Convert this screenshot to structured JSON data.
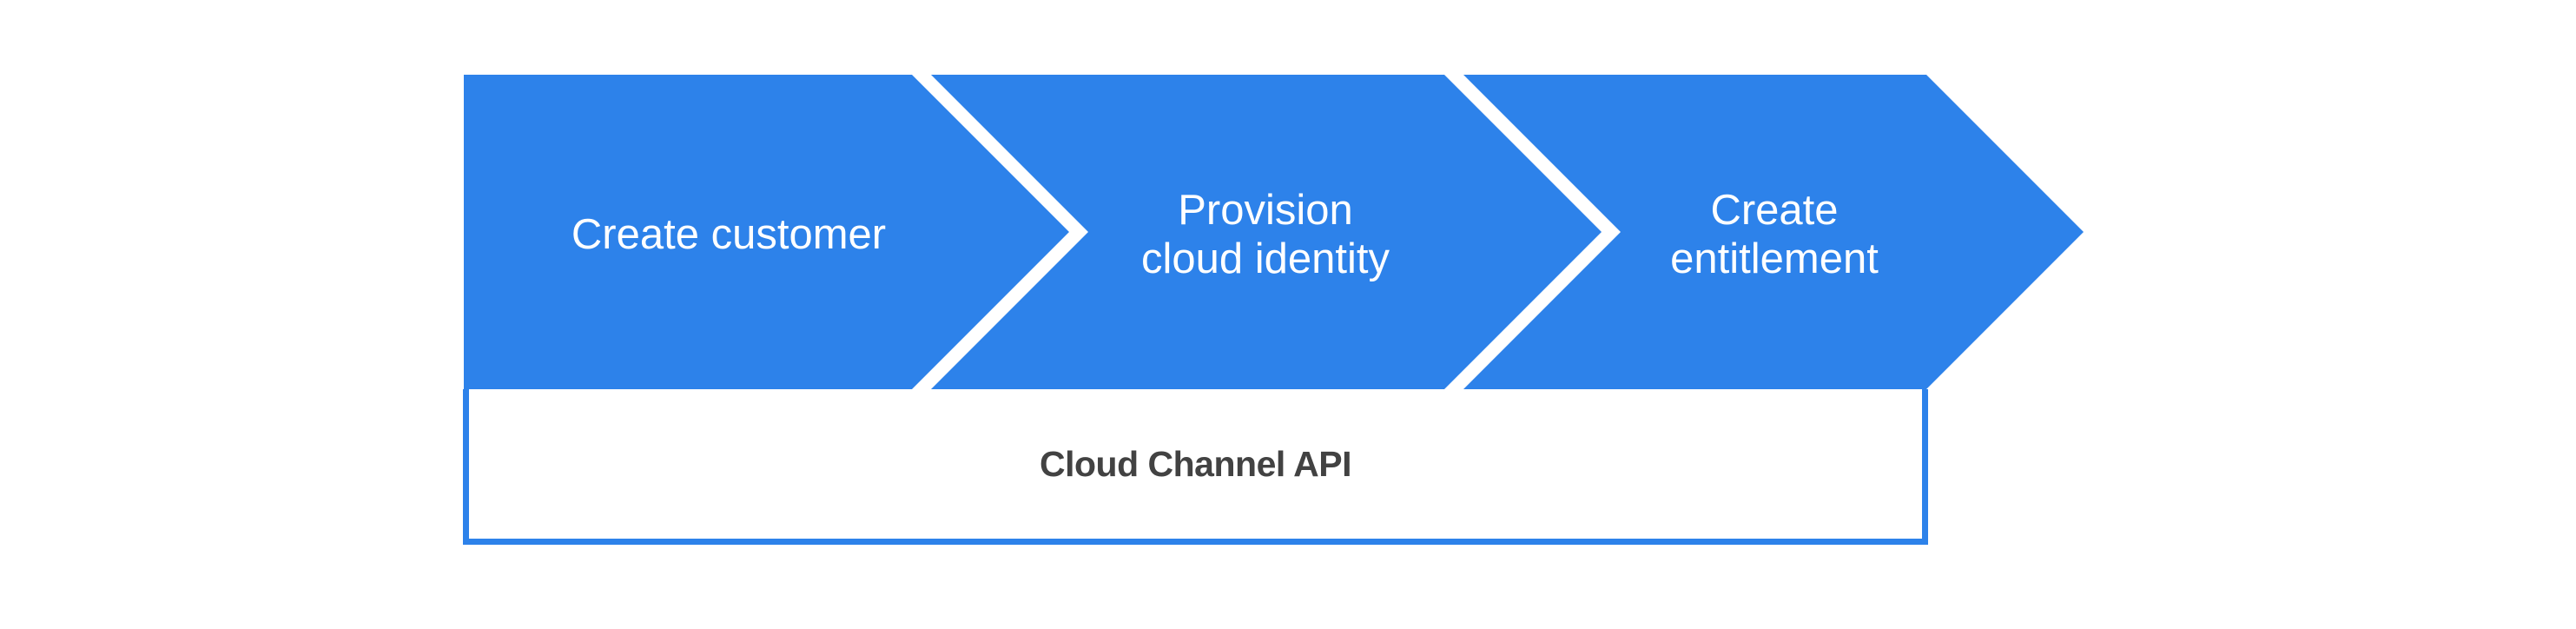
{
  "colors": {
    "arrow_fill": "#2d82ea",
    "separator": "#ffffff",
    "step_text": "#ffffff",
    "api_box_border": "#2d82ea",
    "api_box_fill": "#ffffff",
    "api_box_text": "#424242",
    "background": "#ffffff"
  },
  "process_flow": {
    "steps": [
      {
        "label": "Create customer"
      },
      {
        "label": "Provision\ncloud identity"
      },
      {
        "label": "Create\nentitlement"
      }
    ]
  },
  "api_box": {
    "label": "Cloud Channel API"
  }
}
